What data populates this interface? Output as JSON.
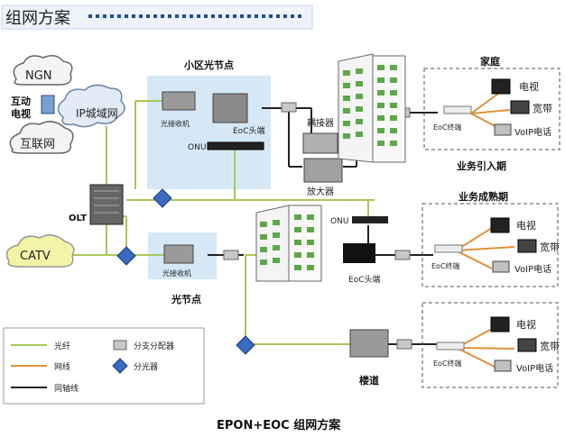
{
  "header": {
    "title": "组网方案"
  },
  "cloud_labels": {
    "ngn": "NGN",
    "ip_network": "IP城域网",
    "internet": "互联网",
    "iptv": "互动\n电视",
    "catv": "CATV"
  },
  "node_labels": {
    "olt": "OLT",
    "community_node": "小区光节点",
    "optical_receiver_top": "光接收机",
    "eoc_head_top": "EoC头端",
    "onu_top": "ONU",
    "coupler": "耦接器",
    "amplifier": "放大器",
    "onu_mid": "ONU",
    "eoc_head_mid": "EoC头端",
    "optical_receiver_bottom": "光接收机",
    "optical_node": "光节点",
    "corridor": "楼道"
  },
  "home_top": {
    "title": "家庭",
    "caption": "业务引入期",
    "terminal": "EoC终端",
    "tv": "电视",
    "broadband": "宽带",
    "voip": "VoIP电话"
  },
  "home_mid": {
    "title": "业务成熟期",
    "terminal": "EoC终端",
    "tv": "电视",
    "broadband": "宽带",
    "voip": "VoIP电话"
  },
  "home_bottom": {
    "terminal": "EoC终端",
    "tv": "电视",
    "broadband": "宽带",
    "voip": "VoIP电话"
  },
  "legend": {
    "fiber": "光纤",
    "network_cable": "网线",
    "coax": "同轴线",
    "tap": "分支分配器",
    "splitter": "分光器"
  },
  "caption": "EPON+EOC 组网方案",
  "colors": {
    "fiber": "#a8c858",
    "network_cable": "#e09038",
    "coax": "#222222",
    "building": "#5ca848",
    "header_bar": "#1f4e9c",
    "node_box": "#d6e8f6"
  }
}
